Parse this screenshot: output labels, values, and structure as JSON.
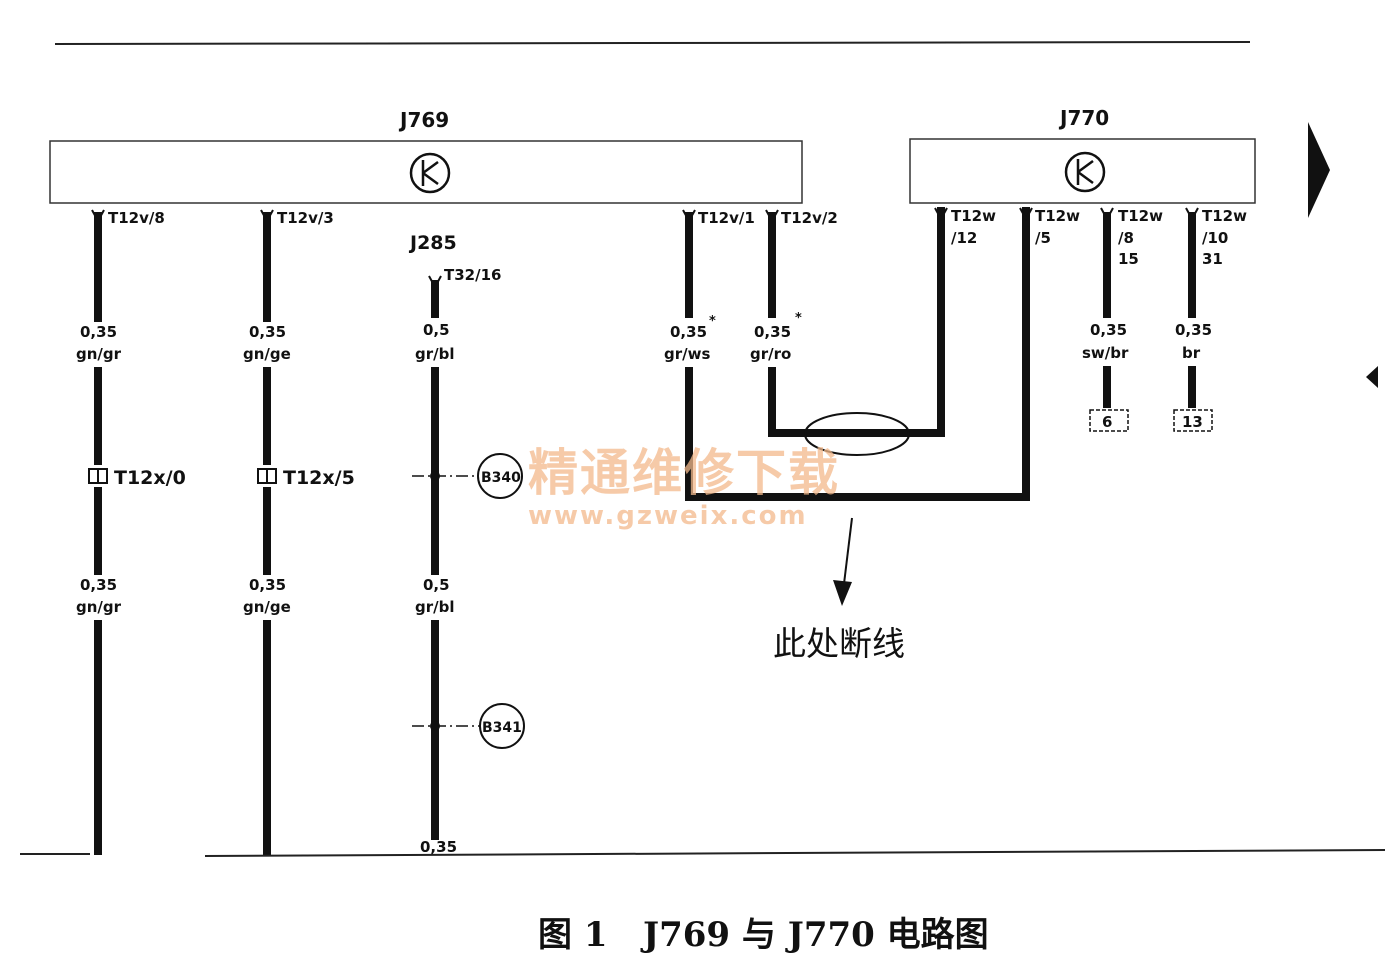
{
  "modules": {
    "j769": {
      "label": "J769"
    },
    "j770": {
      "label": "J770"
    },
    "j285": {
      "label": "J285",
      "pin": "T32/16"
    }
  },
  "wires": [
    {
      "pin": "T12v/8",
      "cs1": "0,35",
      "color1": "gn/gr",
      "connector": "T12x/0",
      "cs2": "0,35",
      "color2": "gn/gr"
    },
    {
      "pin": "T12v/3",
      "cs1": "0,35",
      "color1": "gn/ge",
      "connector": "T12x/5",
      "cs2": "0,35",
      "color2": "gn/ge"
    },
    {
      "cs1": "0,5",
      "color1": "gr/bl",
      "cs2": "0,5",
      "color2": "gr/bl",
      "cs3": "0,35"
    },
    {
      "pin": "T12v/1",
      "cs1": "0,35",
      "color1": "gr/ws",
      "marker": "*"
    },
    {
      "pin": "T12v/2",
      "cs1": "0,35",
      "color1": "gr/ro",
      "marker": "*"
    },
    {
      "pin": "T12w",
      "pin_sub": "/12"
    },
    {
      "pin": "T12w",
      "pin_sub": "/5"
    },
    {
      "pin": "T12w",
      "pin_sub": "/8",
      "terminal": "15",
      "cs1": "0,35",
      "color1": "sw/br",
      "box": "6"
    },
    {
      "pin": "T12w",
      "pin_sub": "/10",
      "terminal": "31",
      "cs1": "0,35",
      "color1": "br",
      "box": "13"
    }
  ],
  "splices": [
    "B340",
    "B341"
  ],
  "annotation": "此处断线",
  "watermark": {
    "cn": "精通维修下载",
    "url": "www.gzweix.com"
  },
  "caption": "图 1   J769 与 J770 电路图"
}
